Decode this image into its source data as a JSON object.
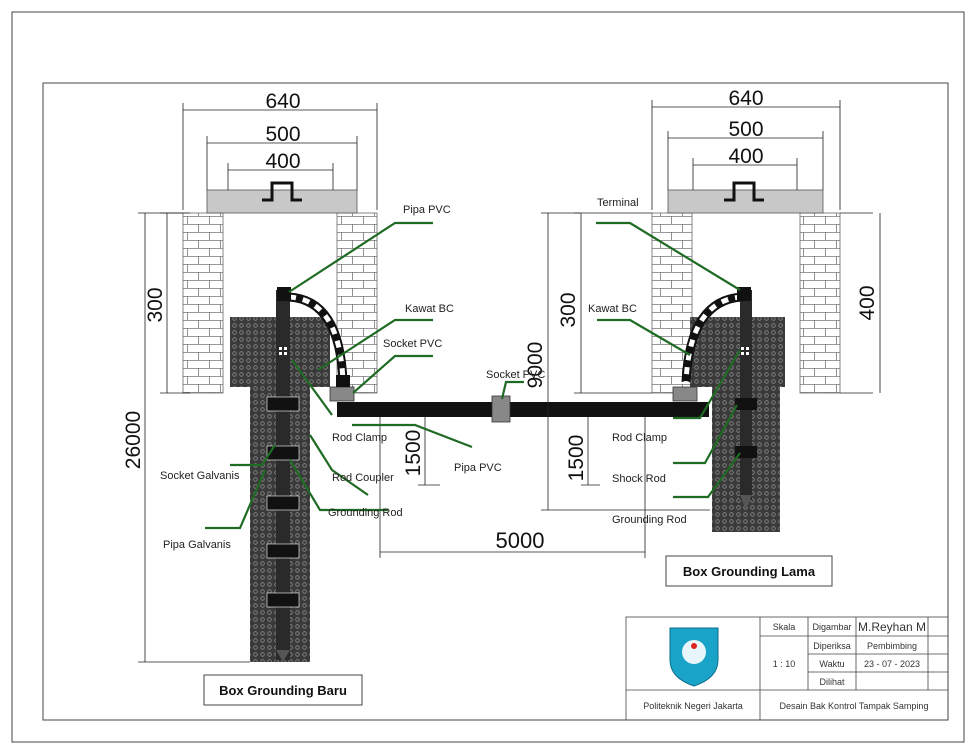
{
  "dimensions": {
    "left": {
      "w640": "640",
      "w500": "500",
      "w400": "400",
      "h300": "300",
      "h26000": "26000"
    },
    "right": {
      "w640": "640",
      "w500": "500",
      "w400": "400",
      "h300": "300",
      "h400": "400"
    },
    "center": {
      "h9000": "9000",
      "h1500_left": "1500",
      "h1500_right": "1500",
      "w5000": "5000"
    }
  },
  "labels": {
    "pipa_pvc_top": "Pipa PVC",
    "kawat_bc_left": "Kawat BC",
    "socket_pvc_left": "Socket PVC",
    "socket_pvc_center": "Socket PVC",
    "rod_clamp_left": "Rod Clamp",
    "pipa_pvc_bottom": "Pipa PVC",
    "rod_coupler": "Rod Coupler",
    "socket_galvanis": "Socket Galvanis",
    "grounding_rod_left": "Grounding Rod",
    "pipa_galvanis": "Pipa Galvanis",
    "terminal": "Terminal",
    "kawat_bc_right": "Kawat BC",
    "rod_clamp_right": "Rod Clamp",
    "shock_rod": "Shock Rod",
    "grounding_rod_right": "Grounding Rod"
  },
  "titles": {
    "left": "Box Grounding Baru",
    "right": "Box Grounding Lama"
  },
  "title_block": {
    "scale_label": "Skala",
    "scale_value": "1 : 10",
    "drawn_label": "Digambar",
    "drawn_value": "M.Reyhan M",
    "checked_label": "Diperiksa",
    "checked_value": "Pembimbing",
    "time_label": "Waktu",
    "time_value": "23 - 07 - 2023",
    "seen_label": "Dilihat",
    "institution": "Politeknik Negeri Jakarta",
    "drawing_title": "Desain Bak Kontrol Tampak Samping"
  },
  "colors": {
    "leader_green": "#1f6b24",
    "lid_gray": "#c8c8c8",
    "concrete_dark": "#3a3a3a",
    "pipe_black": "#111111"
  }
}
